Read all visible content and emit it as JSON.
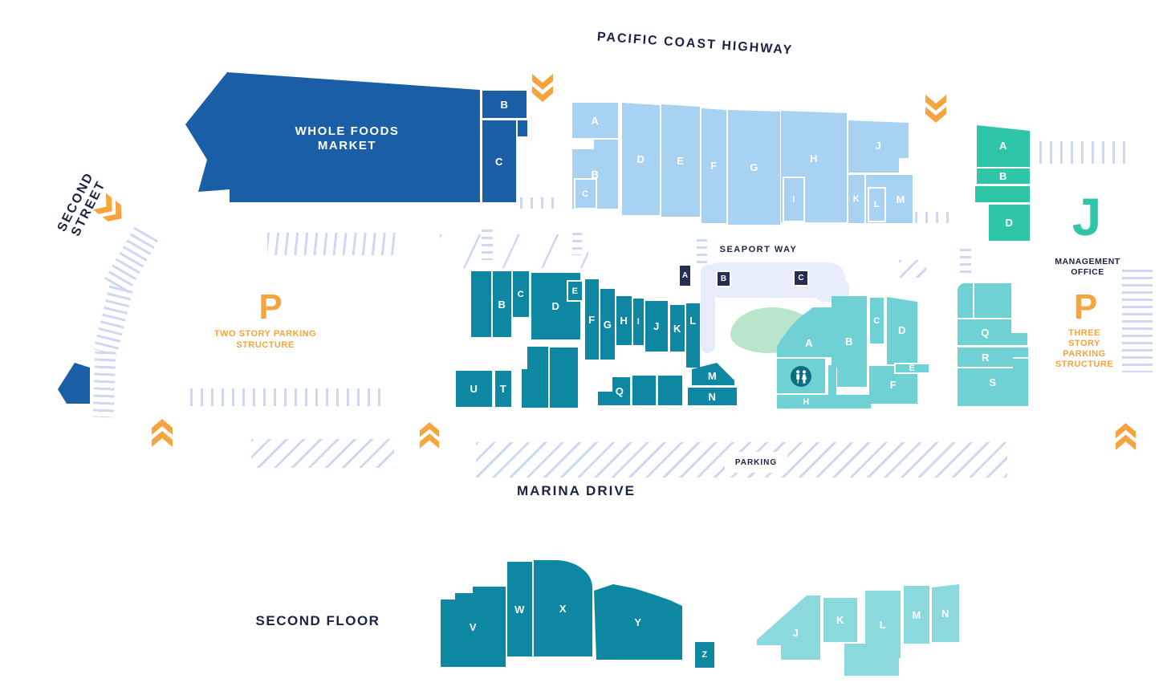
{
  "streets": {
    "pch": "PACIFIC COAST HIGHWAY",
    "second_street": "SECOND STREET",
    "seaport_way": "SEAPORT WAY",
    "marina_drive": "MARINA DRIVE"
  },
  "labels": {
    "second_floor": "SECOND FLOOR",
    "parking": "PARKING",
    "management_line1": "MANAGEMENT",
    "management_line2": "OFFICE"
  },
  "parking_structures": {
    "two_story": {
      "symbol": "P",
      "line1": "TWO STORY PARKING",
      "line2": "STRUCTURE"
    },
    "three_story": {
      "symbol": "P",
      "line1": "THREE",
      "line2": "STORY",
      "line3": "PARKING",
      "line4": "STRUCTURE"
    }
  },
  "anchor": {
    "line1": "WHOLE FOODS",
    "line2": "MARKET",
    "units": [
      "B",
      "C"
    ]
  },
  "buildings": {
    "north": [
      "A",
      "B",
      "C",
      "D",
      "E",
      "F",
      "G",
      "H",
      "I",
      "J",
      "K",
      "L",
      "M"
    ],
    "green": [
      "A",
      "B",
      "D"
    ],
    "green_office": "J",
    "center": [
      "B",
      "C",
      "D",
      "E",
      "F",
      "G",
      "H",
      "I",
      "J",
      "K",
      "L",
      "M",
      "N",
      "Q",
      "U",
      "T"
    ],
    "floor2_center": [
      "V",
      "W",
      "X",
      "Y",
      "Z"
    ],
    "se": [
      "A",
      "B",
      "C",
      "D",
      "E",
      "F",
      "H"
    ],
    "qrs": [
      "Q",
      "R",
      "S"
    ],
    "floor2_east": [
      "J",
      "K",
      "L",
      "M",
      "N"
    ],
    "kiosks": [
      "A",
      "B",
      "C"
    ]
  },
  "icons": {
    "restroom": "restroom-icon",
    "entrance_chevron": "chevron-arrow-icon"
  },
  "colors": {
    "anchor_blue": "#1a5ea6",
    "north_blue": "#a7d2f2",
    "green": "#2ec6a6",
    "center_teal": "#0d87a2",
    "se_teal": "#70d1d4",
    "floor2_east_teal": "#8bd9dc",
    "navy": "#1a2342",
    "orange": "#f5a43e",
    "parking_dash": "#cdd9f3",
    "road": "#e7ecfa",
    "kiosk_navy": "#262e55",
    "landscape_green": "#b9e5cb",
    "restroom_bg": "#0c6e84"
  }
}
